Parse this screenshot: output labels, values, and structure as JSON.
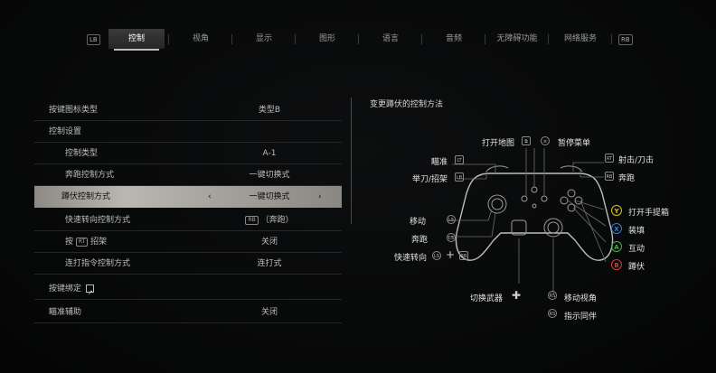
{
  "tabs": {
    "lb": "LB",
    "rb": "RB",
    "items": [
      "控制",
      "视角",
      "显示",
      "图形",
      "语言",
      "音频",
      "无障碍功能",
      "网络服务"
    ],
    "active": "控制"
  },
  "settings": {
    "rows": [
      {
        "label": "按键图标类型",
        "value": "类型B"
      },
      {
        "label": "控制设置",
        "value": ""
      },
      {
        "label": "控制类型",
        "value": "A-1"
      },
      {
        "label": "奔跑控制方式",
        "value": "一键切换式"
      },
      {
        "label": "蹲伏控制方式",
        "value": "一键切换式"
      },
      {
        "label": "快速转向控制方式",
        "value_key": "RB",
        "value": "（奔跑）"
      },
      {
        "label_pre": "按",
        "label_key": "RT",
        "label_post": "招架",
        "value": "关闭"
      },
      {
        "label": "连打指令控制方式",
        "value": "连打式"
      },
      {
        "label": "按键绑定",
        "value": ""
      },
      {
        "label": "瞄准辅助",
        "value": "关闭"
      }
    ],
    "selected_index": 4,
    "arrow_left": "‹",
    "arrow_right": "›"
  },
  "panel": {
    "title": "变更蹲伏的控制方法",
    "labels": {
      "open_map": "打开地图",
      "pause_menu": "暂停菜单",
      "aim": "瞄准",
      "knife_parry": "举刀/招架",
      "shoot_knife": "射击/刀击",
      "sprint_rb": "奔跑",
      "move": "移动",
      "sprint_ls": "奔跑",
      "quick_turn": "快速转向",
      "open_case": "打开手提箱",
      "reload": "装填",
      "interact": "互动",
      "crouch": "蹲伏",
      "switch_weapon": "切换武器",
      "move_camera": "移动视角",
      "instruct_partner": "指示同伴"
    },
    "keys": {
      "lt": "LT",
      "lb": "LB",
      "rt": "RT",
      "rb": "RB",
      "ls": "LS",
      "rs": "RS",
      "y": "Y",
      "x": "X",
      "a": "A",
      "b": "B"
    },
    "face_colors": {
      "y": "#d9c21c",
      "x": "#3a7bd5",
      "a": "#3fb34a",
      "b": "#d23a3a"
    }
  }
}
